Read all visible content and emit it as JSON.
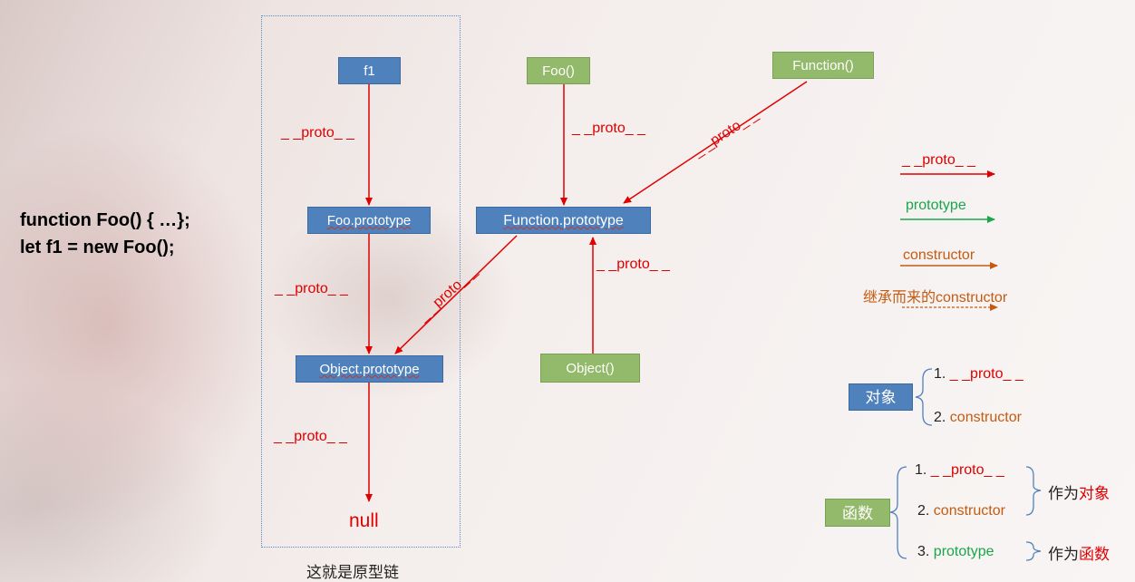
{
  "code": {
    "line1": "function Foo() { …};",
    "line2": "let f1 = new Foo();"
  },
  "nodes": {
    "f1": "f1",
    "foo": "Foo()",
    "function": "Function()",
    "foo_prototype": "Foo.prototype",
    "function_prototype": "Function.prototype",
    "object_prototype": "Object.prototype",
    "object": "Object()",
    "null": "null"
  },
  "edge_labels": {
    "f1_to_fooproto": "_ _proto_ _",
    "foo_to_funcproto": "_ _proto_ _",
    "function_to_funcproto": "_ _proto_ _",
    "fooproto_to_objproto": "_ _proto_ _",
    "funcproto_to_objproto": "_ _proto_ _",
    "object_to_funcproto": "_ _proto_ _",
    "objproto_to_null": "_ _proto_ _"
  },
  "chain_caption": "这就是原型链",
  "legend": {
    "proto": "_ _proto_ _",
    "prototype": "prototype",
    "constructor": "constructor",
    "inherited_constructor": "继承而来的constructor"
  },
  "object_group": {
    "title": "对象",
    "item1_num": "1.",
    "item1": "_ _proto_ _",
    "item2_num": "2.",
    "item2": "constructor"
  },
  "function_group": {
    "title": "函数",
    "item1_num": "1.",
    "item1": "_ _proto_ _",
    "item2_num": "2.",
    "item2": "constructor",
    "item3_num": "3.",
    "item3": "prototype",
    "as_label": "作为",
    "as_object": "对象",
    "as_function": "函数"
  },
  "colors": {
    "proto": "#e00000",
    "prototype": "#1aa64a",
    "constructor": "#c55a11",
    "blue_node": "#4f81bd",
    "green_node": "#93b96a"
  }
}
